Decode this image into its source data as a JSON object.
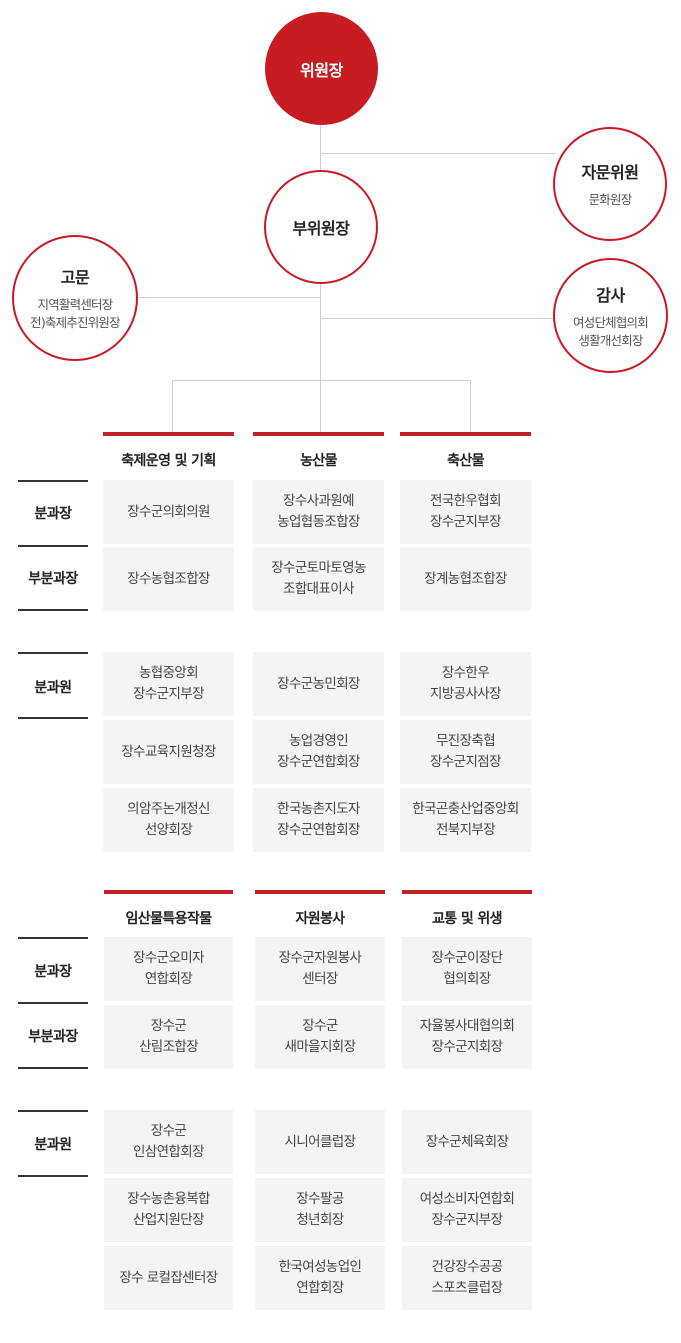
{
  "top": {
    "chair": "위원장",
    "vice_chair": "부위원장",
    "advisory": {
      "title": "자문위원",
      "lines": [
        "문화원장"
      ]
    },
    "counselor": {
      "title": "고문",
      "lines": [
        "지역활력센터장",
        "전)축제추진위원장"
      ]
    },
    "auditor": {
      "title": "감사",
      "lines": [
        "여성단체협의회",
        "생활개선회장"
      ]
    }
  },
  "section1": {
    "headers": [
      "축제운영 및 기획",
      "농산물",
      "축산물"
    ],
    "row_labels": [
      "분과장",
      "부분과장"
    ],
    "member_label": "분과원",
    "leaders": [
      [
        [
          "장수군의회의원"
        ],
        [
          "장수사과원예",
          "농업협동조합장"
        ],
        [
          "전국한우협회",
          "장수군지부장"
        ]
      ],
      [
        [
          "장수농협조합장"
        ],
        [
          "장수군토마토영농",
          "조합대표이사"
        ],
        [
          "장계농협조합장"
        ]
      ]
    ],
    "members": [
      [
        [
          "농협중앙회",
          "장수군지부장"
        ],
        [
          "장수군농민회장"
        ],
        [
          "장수한우",
          "지방공사사장"
        ]
      ],
      [
        [
          "장수교육지원청장"
        ],
        [
          "농업경영인",
          "장수군연합회장"
        ],
        [
          "무진장축협",
          "장수군지점장"
        ]
      ],
      [
        [
          "의암주논개정신",
          "선양회장"
        ],
        [
          "한국농촌지도자",
          "장수군연합회장"
        ],
        [
          "한국곤충산업중앙회",
          "전북지부장"
        ]
      ]
    ]
  },
  "section2": {
    "headers": [
      "임산물특용작물",
      "자원봉사",
      "교통 및 위생"
    ],
    "row_labels": [
      "분과장",
      "부분과장"
    ],
    "member_label": "분과원",
    "leaders": [
      [
        [
          "장수군오미자",
          "연합회장"
        ],
        [
          "장수군자원봉사",
          "센터장"
        ],
        [
          "장수군이장단",
          "협의회장"
        ]
      ],
      [
        [
          "장수군",
          "산림조합장"
        ],
        [
          "장수군",
          "새마을지회장"
        ],
        [
          "자율봉사대협의회",
          "장수군지회장"
        ]
      ]
    ],
    "members": [
      [
        [
          "장수군",
          "인삼연합회장"
        ],
        [
          "시니어클럽장"
        ],
        [
          "장수군체육회장"
        ]
      ],
      [
        [
          "장수농촌융복합",
          "산업지원단장"
        ],
        [
          "장수팔공",
          "청년회장"
        ],
        [
          "여성소비자연합회",
          "장수군지부장"
        ]
      ],
      [
        [
          "장수 로컬잡센터장"
        ],
        [
          "한국여성농업인",
          "연합회장"
        ],
        [
          "건강장수공공",
          "스포츠클럽장"
        ]
      ]
    ]
  }
}
